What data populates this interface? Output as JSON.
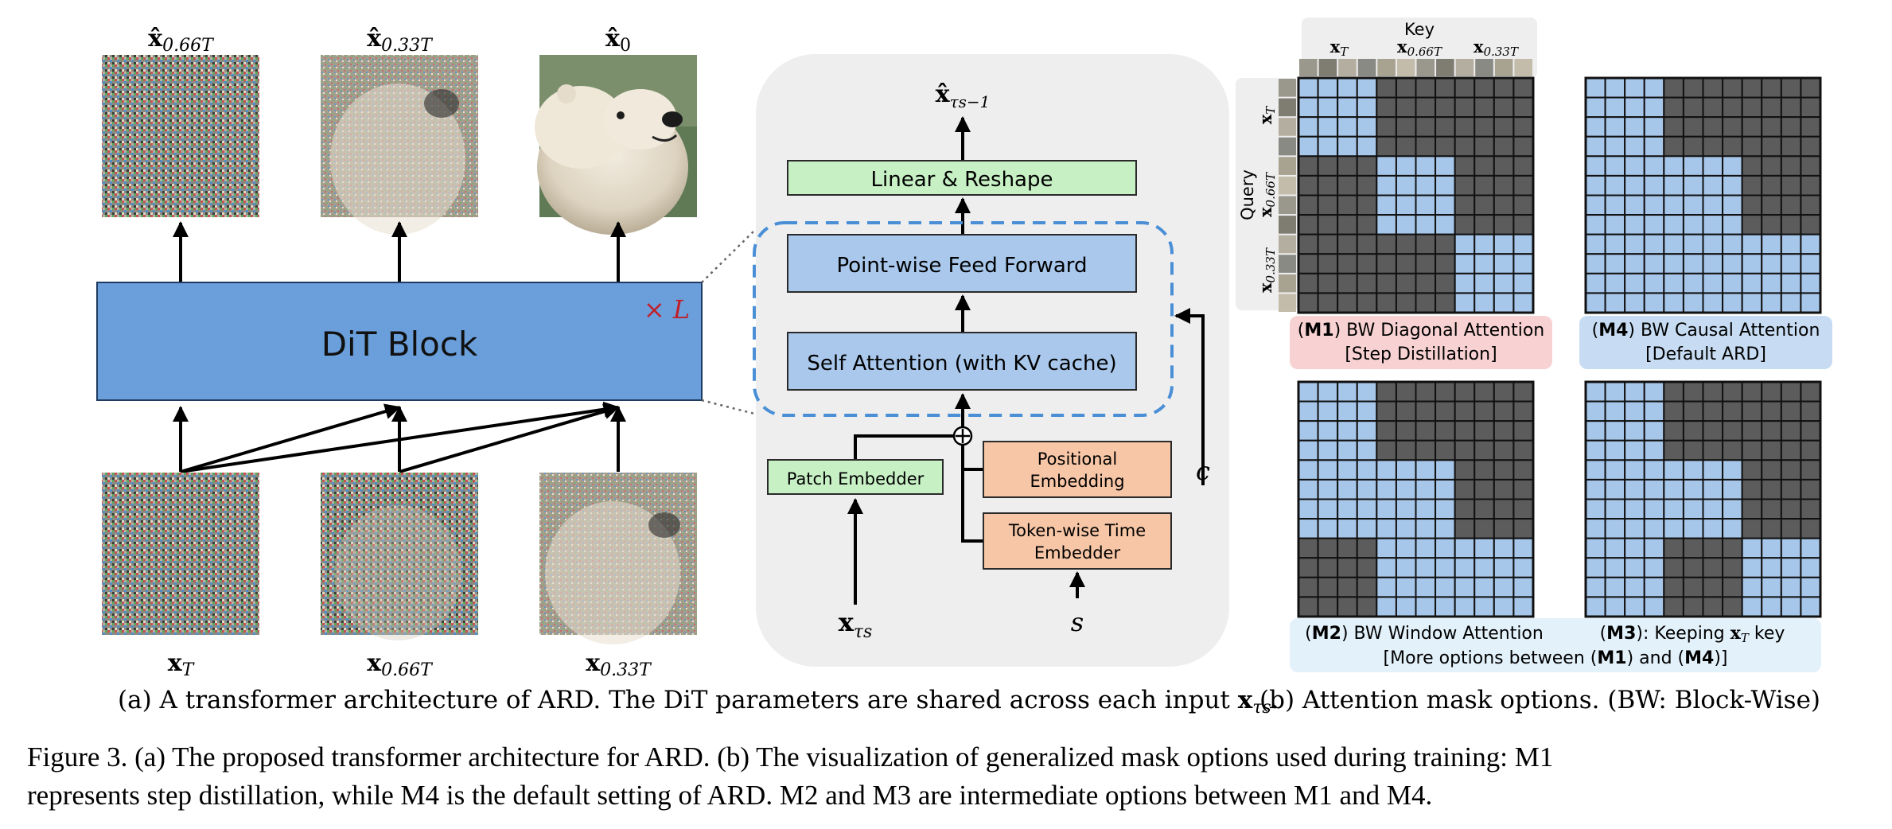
{
  "panel_a": {
    "outputs": [
      "x̂0.66T",
      "x̂0.33T",
      "x̂0"
    ],
    "inputs": [
      "xT",
      "x0.66T",
      "x0.33T"
    ],
    "dit_block": "DiT Block",
    "repeat": "× L",
    "caption": "(a) A transformer architecture of ARD. The DiT parameters are shared across each input xτs."
  },
  "detail": {
    "output_label": "x̂τs−1",
    "linear": "Linear & Reshape",
    "ff": "Point-wise Feed Forward",
    "attn": "Self Attention (with KV cache)",
    "patch": "Patch Embedder",
    "pos": [
      "Positional",
      "Embedding"
    ],
    "time": [
      "Token-wise Time",
      "Embedder"
    ],
    "c": "c",
    "s": "s",
    "x_input": "xτs"
  },
  "panel_b": {
    "key_label": "Key",
    "query_label": "Query",
    "key_groups": [
      "xT",
      "x0.66T",
      "x0.33T"
    ],
    "m1_title": "(M1) BW Diagonal Attention",
    "m1_sub": "[Step Distillation]",
    "m4_title": "(M4) BW Causal Attention",
    "m4_sub": "[Default ARD]",
    "m2_title": "(M2) BW Window Attention",
    "m3_title": "(M3): Keeping xT key",
    "more": "[More options between (M1) and (M4)]",
    "caption": "(b) Attention mask options. (BW: Block-Wise)"
  },
  "figure_caption": {
    "line1": "Figure 3. (a) The proposed transformer architecture for ARD. (b) The visualization of generalized mask options used during training: M1",
    "line2": "represents step distillation, while M4 is the default setting of ARD. M2 and M3 are intermediate options between M1 and M4."
  },
  "colors": {
    "dit": "#6a9fdc",
    "detail_block": "#a9c8ec",
    "green": "#c7f0c5",
    "orange": "#f7c6a6",
    "mask_blue": "#a7c7ea",
    "mask_gray": "#5c5c5c",
    "m1_bg": "#f8d2d2",
    "m4_bg": "#c7dcf2",
    "more_bg": "#e3f1fb",
    "gray_panel": "#eeeeee",
    "dashed": "#4a8fd6"
  },
  "masks": {
    "m1": [
      [
        1,
        0,
        0
      ],
      [
        0,
        1,
        0
      ],
      [
        0,
        0,
        1
      ]
    ],
    "m4": [
      [
        1,
        0,
        0
      ],
      [
        1,
        1,
        0
      ],
      [
        1,
        1,
        1
      ]
    ],
    "m2": [
      [
        1,
        0,
        0
      ],
      [
        1,
        1,
        0
      ],
      [
        0,
        1,
        1
      ]
    ],
    "m3": [
      [
        1,
        0,
        0
      ],
      [
        1,
        1,
        0
      ],
      [
        1,
        0,
        1
      ]
    ]
  }
}
